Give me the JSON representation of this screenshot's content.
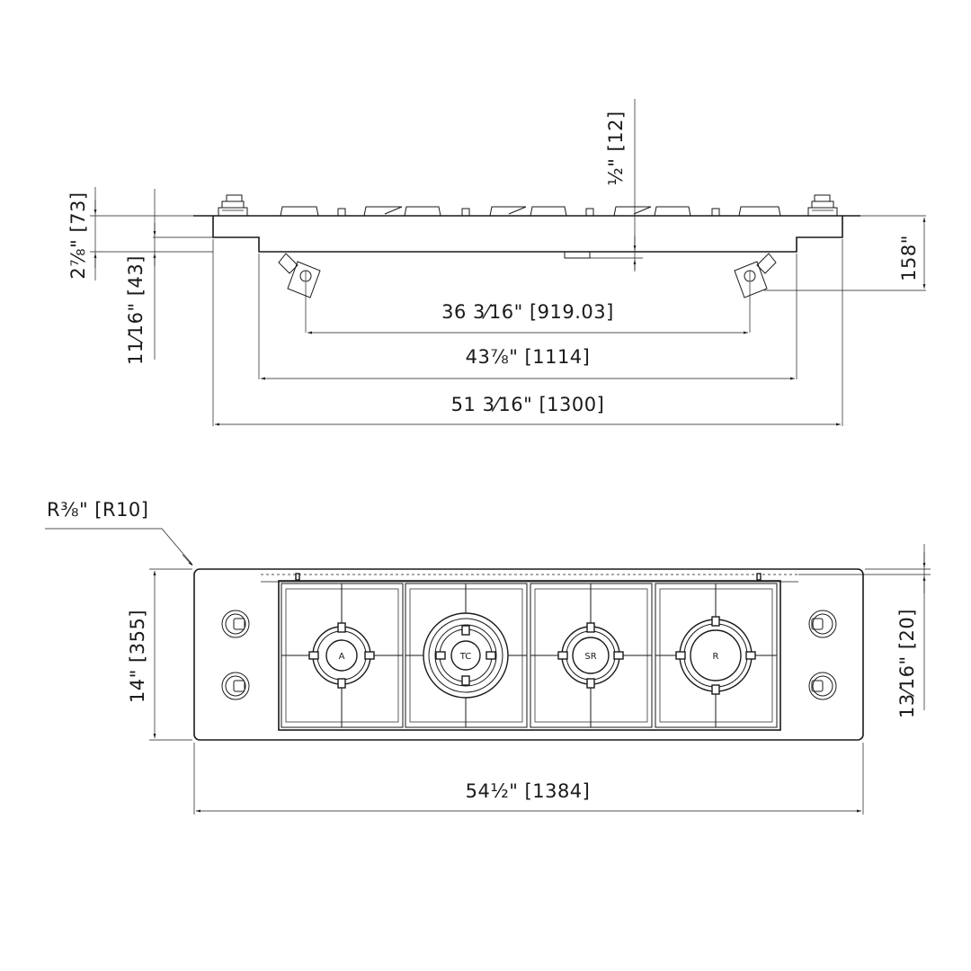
{
  "side_view": {
    "dims": {
      "top_height": "½\" [12]",
      "overall_height": "2⅞\" [73]",
      "depth": "158\"",
      "knob_offset": "11⁄16\" [43]",
      "spacing_inner": "36 3⁄16\" [919.03]",
      "spacing_mid": "43⅞\" [1114]",
      "width_body": "51 3⁄16\" [1300]"
    }
  },
  "top_view": {
    "dims": {
      "corner_radius": "R⅜\" [R10]",
      "depth": "14\" [355]",
      "edge_offset": "13⁄16\" [20]",
      "overall_width": "54½\" [1384]"
    },
    "burners": [
      {
        "label": "A"
      },
      {
        "label": "TC"
      },
      {
        "label": "SR"
      },
      {
        "label": "R"
      }
    ]
  }
}
